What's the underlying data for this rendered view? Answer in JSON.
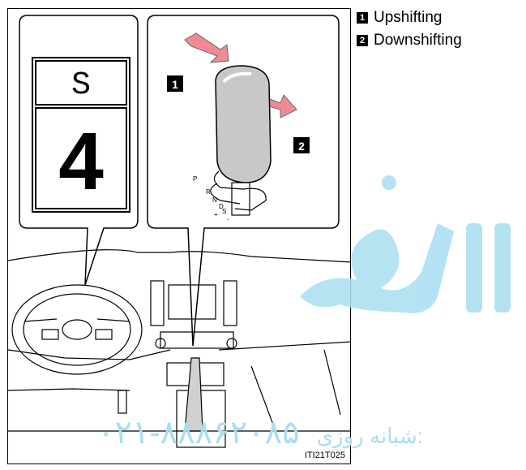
{
  "legend": [
    {
      "num": "1",
      "label": "Upshifting"
    },
    {
      "num": "2",
      "label": "Downshifting"
    }
  ],
  "callouts": {
    "one": "1",
    "two": "2"
  },
  "display": {
    "mode": "S",
    "gear": "4"
  },
  "figure_code": "ITI21T025",
  "watermark": {
    "phone": "۰۲۱-۸۸۸۶۲۰۸۵",
    "label": "شبانه روزی:"
  },
  "gate_letters": [
    "P",
    "R",
    "N",
    "D",
    "S",
    "+",
    "-"
  ]
}
